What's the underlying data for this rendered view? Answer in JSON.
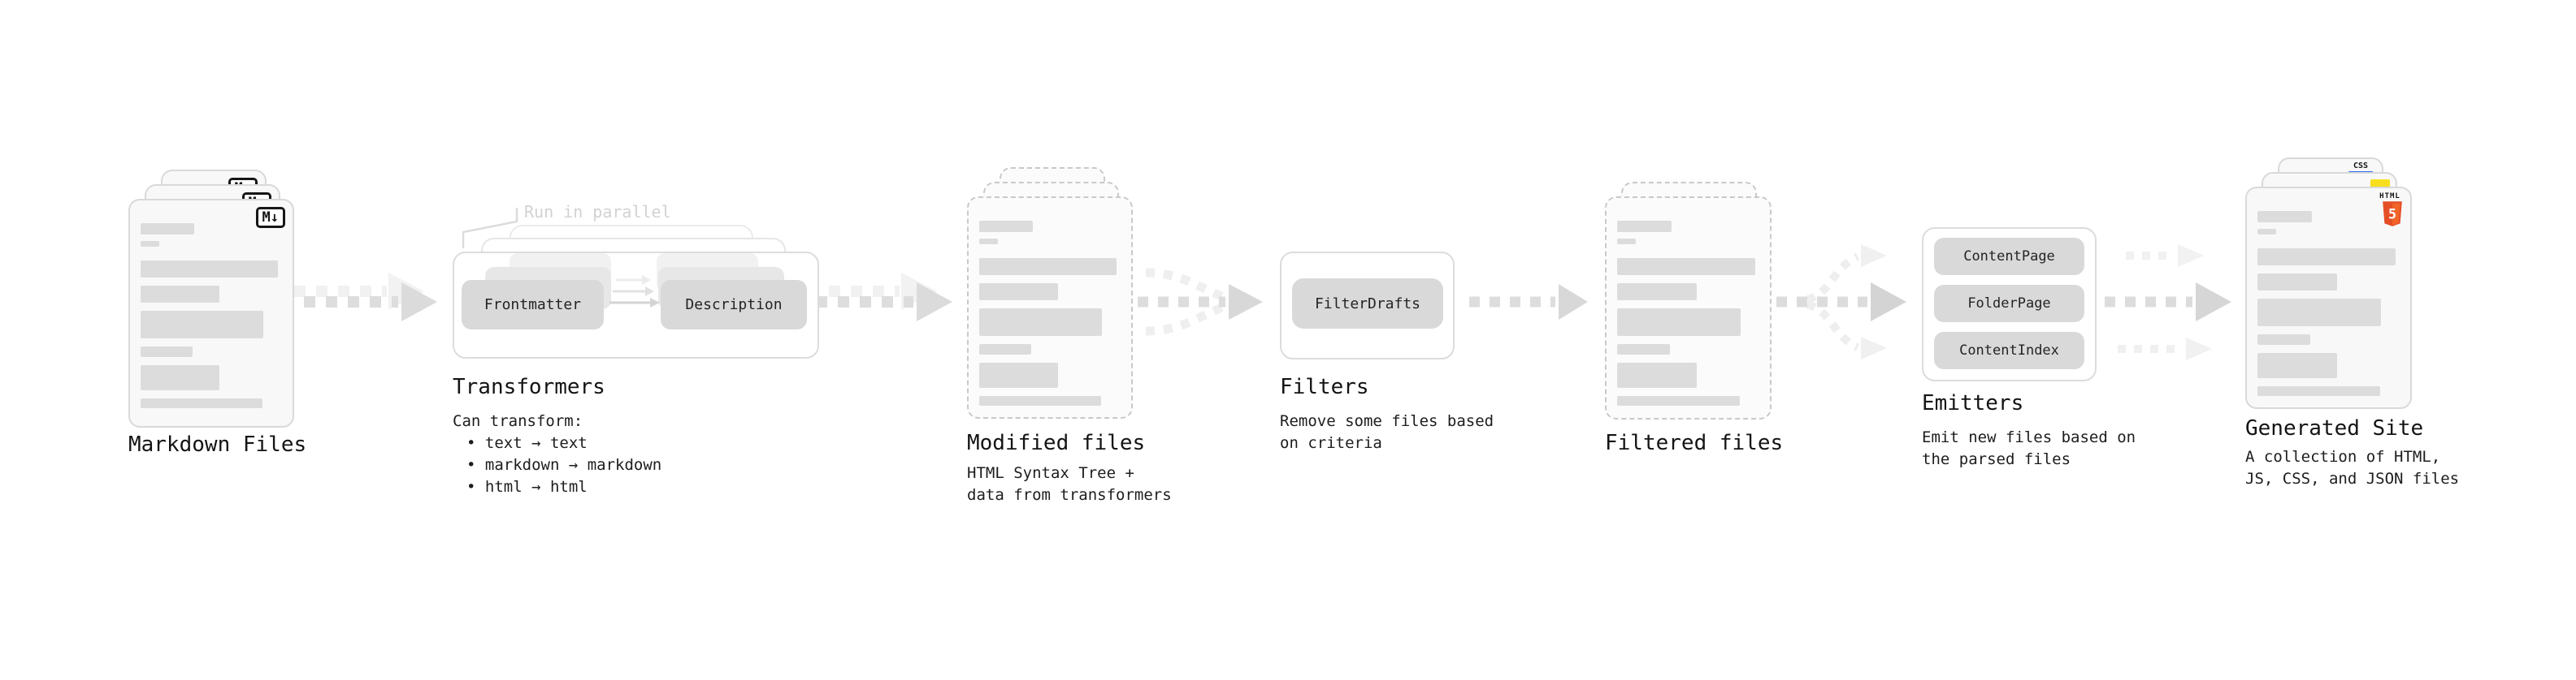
{
  "stages": {
    "markdown_files": {
      "label": "Markdown Files",
      "badge": "M↓"
    },
    "transformers": {
      "title": "Transformers",
      "run_label": "Run in parallel",
      "box_a": "Frontmatter",
      "box_b": "Description",
      "desc_heading": "Can transform:",
      "bullets": [
        "• text → text",
        "• markdown → markdown",
        "• html → html"
      ]
    },
    "modified_files": {
      "label": "Modified files",
      "desc_line1": "HTML Syntax Tree +",
      "desc_line2": "data from transformers"
    },
    "filters": {
      "title": "Filters",
      "pill": "FilterDrafts",
      "desc_line1": "Remove some files based",
      "desc_line2": "on criteria"
    },
    "filtered_files": {
      "label": "Filtered files"
    },
    "emitters": {
      "title": "Emitters",
      "pills": [
        "ContentPage",
        "FolderPage",
        "ContentIndex"
      ],
      "desc_line1": "Emit new files based on",
      "desc_line2": "the parsed files"
    },
    "generated_site": {
      "label": "Generated Site",
      "desc_line1": "A collection of HTML,",
      "desc_line2": "JS, CSS, and JSON files",
      "css_badge": "CSS",
      "html_badge_word": "HTML",
      "html_badge_number": "5"
    }
  },
  "colors": {
    "arrow_dark": "#dddddd",
    "arrow_ghost": "#f1f1f1",
    "card_border": "#d9d9d9",
    "bar_fill": "#dcdcdc",
    "js_yellow": "#f7df1e",
    "css_blue": "#2f6df6",
    "html5_orange": "#e44d26",
    "html5_orange_light": "#f16529"
  }
}
